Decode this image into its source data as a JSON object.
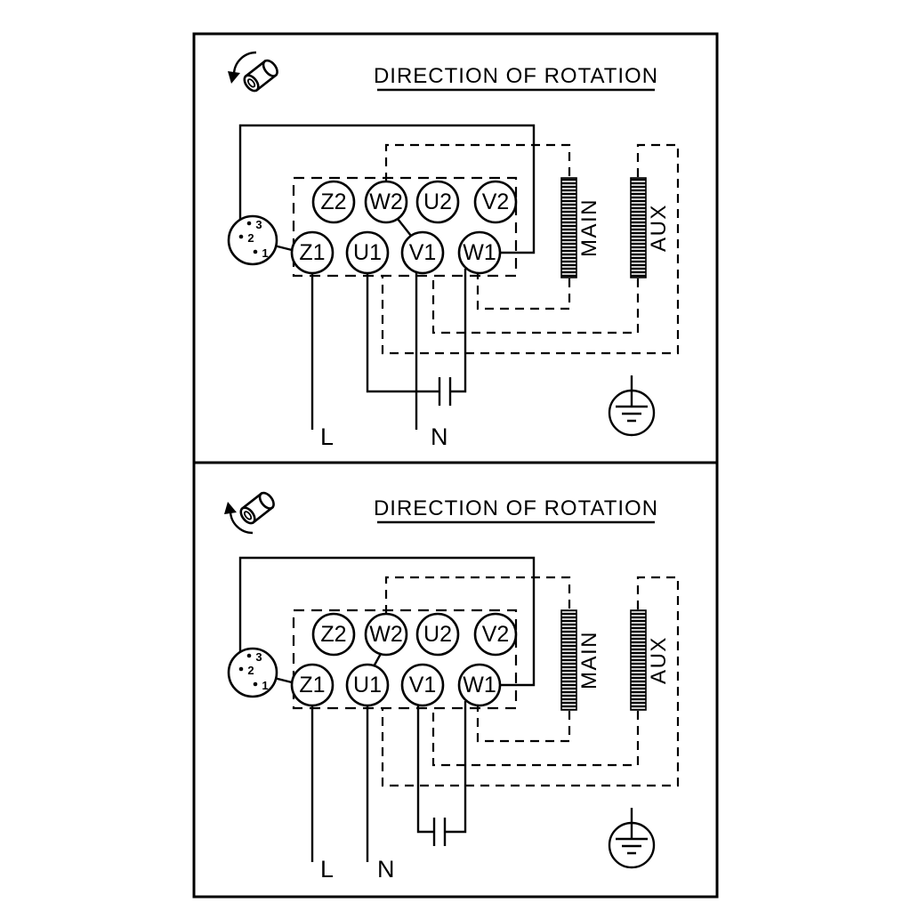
{
  "colors": {
    "ink": "#000000",
    "paper": "#ffffff"
  },
  "diagram": {
    "panels": [
      {
        "title": "DIRECTION OF ROTATION",
        "terminals": {
          "z2": "Z2",
          "w2": "W2",
          "u2": "U2",
          "v2": "V2",
          "z1": "Z1",
          "u1": "U1",
          "v1": "V1",
          "w1": "W1"
        },
        "windings": {
          "main": "MAIN",
          "aux": "AUX"
        },
        "selector": {
          "n3": "3",
          "n2": "2",
          "n1": "1"
        },
        "supply": {
          "line": "L",
          "neutral": "N"
        }
      },
      {
        "title": "DIRECTION OF ROTATION",
        "terminals": {
          "z2": "Z2",
          "w2": "W2",
          "u2": "U2",
          "v2": "V2",
          "z1": "Z1",
          "u1": "U1",
          "v1": "V1",
          "w1": "W1"
        },
        "windings": {
          "main": "MAIN",
          "aux": "AUX"
        },
        "selector": {
          "n3": "3",
          "n2": "2",
          "n1": "1"
        },
        "supply": {
          "line": "L",
          "neutral": "N"
        }
      }
    ]
  }
}
